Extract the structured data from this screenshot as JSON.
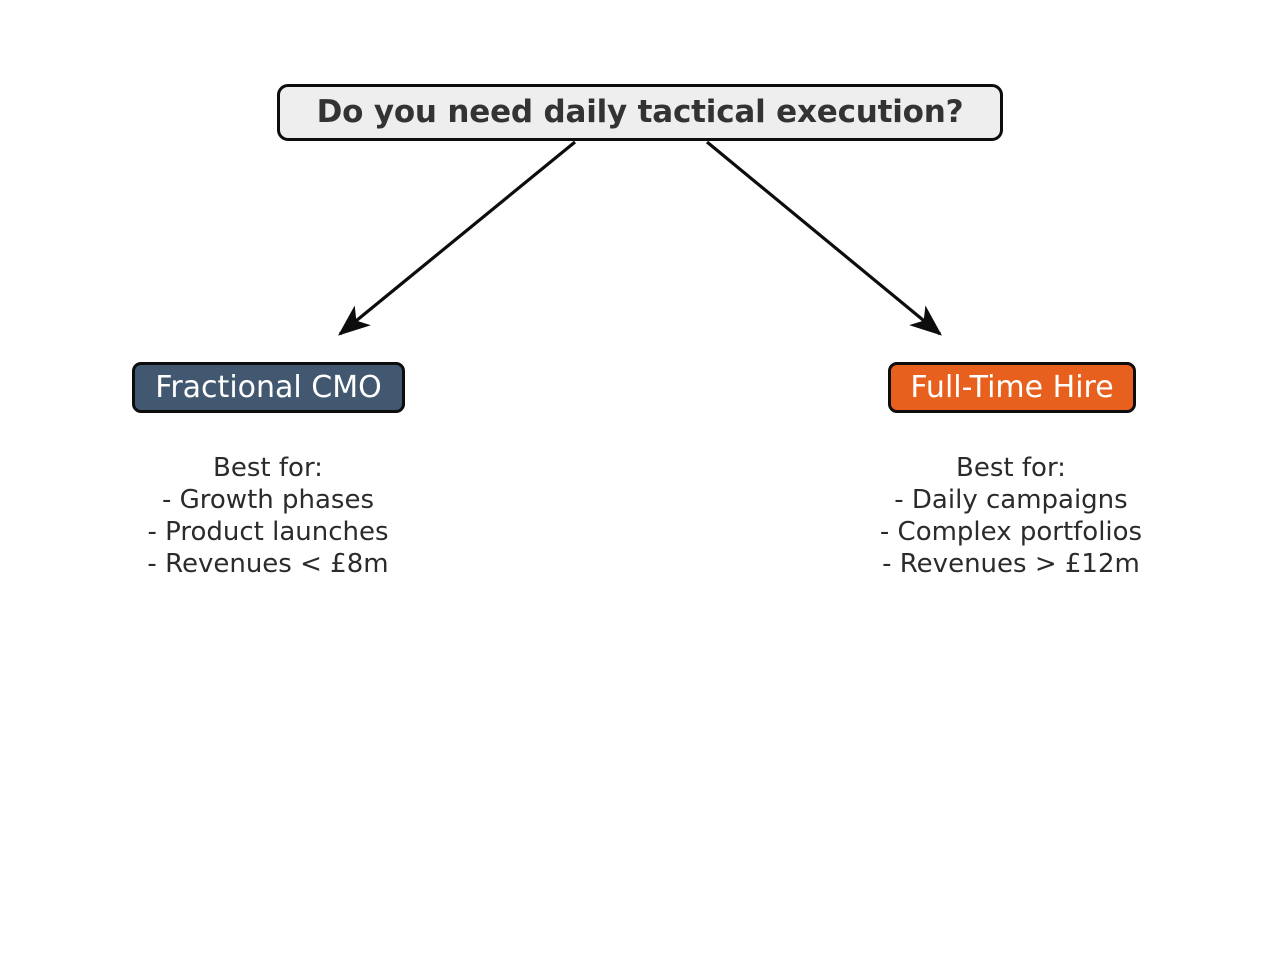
{
  "diagram": {
    "type": "decision-tree",
    "background_color": "#ffffff",
    "root": {
      "label": "Do you need daily tactical execution?",
      "fill_color": "#efeeee",
      "border_color": "#0d0d0d",
      "text_color": "#333333"
    },
    "branches": [
      {
        "id": "fractional-cmo",
        "label": "Fractional CMO",
        "fill_color": "#425870",
        "border_color": "#0d0d0d",
        "text_color": "#ffffff",
        "caption": {
          "heading": "Best for:",
          "items": [
            "- Growth phases",
            "- Product launches",
            "- Revenues < £8m"
          ]
        }
      },
      {
        "id": "full-time-hire",
        "label": "Full-Time Hire",
        "fill_color": "#e8601d",
        "border_color": "#0d0d0d",
        "text_color": "#ffffff",
        "caption": {
          "heading": "Best for:",
          "items": [
            "- Daily campaigns",
            "- Complex portfolios",
            "- Revenues > £12m"
          ]
        }
      }
    ],
    "connectors": [
      {
        "id": "edge-root-to-fractional-cmo",
        "from": "root",
        "to": "fractional-cmo",
        "arrowhead": "filled-triangle",
        "color": "#0d0d0d"
      },
      {
        "id": "edge-root-to-full-time-hire",
        "from": "root",
        "to": "full-time-hire",
        "arrowhead": "filled-triangle",
        "color": "#0d0d0d"
      }
    ]
  }
}
